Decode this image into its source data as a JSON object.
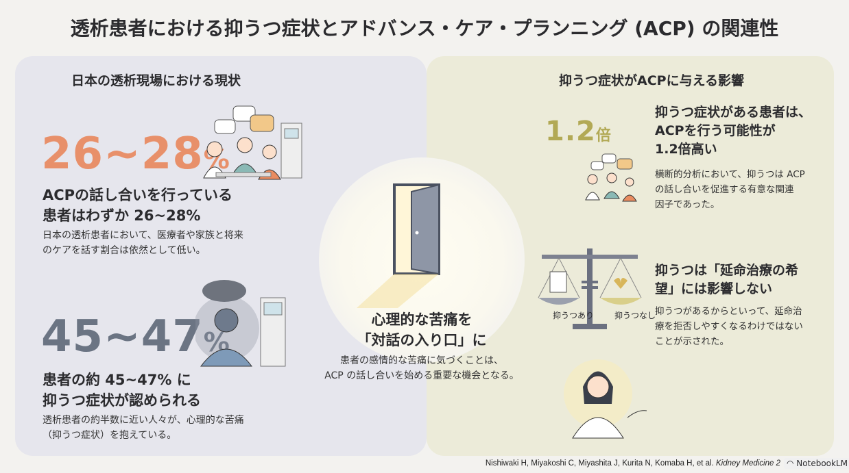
{
  "title": "透析患者における抑うつ症状とアドバンス・ケア・プランニング (ACP) の関連性",
  "left": {
    "heading": "日本の透析現場における現状",
    "stat1": {
      "value": "26~28",
      "unit": "%",
      "head1": "ACPの話し合いを行っている",
      "head2": "患者はわずか 26~28%",
      "desc1": "日本の透析患者において、医療者や家族と将来",
      "desc2": "のケアを話す割合は依然として低い。"
    },
    "stat2": {
      "value": "45~47",
      "unit": "%",
      "head1": "患者の約 45~47% に",
      "head2": "抑うつ症状が認められる",
      "desc1": "透析患者の約半数に近い人々が、心理的な苦痛",
      "desc2": "（抑うつ症状）を抱えている。"
    }
  },
  "center": {
    "head1": "心理的な苦痛を",
    "head2": "「対話の入り口」に",
    "desc1": "患者の感情的な苦痛に気づくことは、",
    "desc2": "ACP の話し合いを始める重要な機会となる。"
  },
  "right": {
    "heading": "抑うつ症状がACPに与える影響",
    "ratio": {
      "value": "1.2",
      "unit": "倍"
    },
    "item1": {
      "head1": "抑うつ症状がある患者は、",
      "head2": "ACPを行う可能性が",
      "head3": "1.2倍高い",
      "desc1": "横断的分析において、抑うつは ACP",
      "desc2": "の話し合いを促進する有意な関連",
      "desc3": "因子であった。"
    },
    "scale": {
      "left_label": "抑うつあり",
      "right_label": "抑うつなし"
    },
    "item2": {
      "head1": "抑うつは「延命治療の希",
      "head2": "望」には影響しない",
      "desc1": "抑うつがあるからといって、延命治",
      "desc2": "療を拒否しやすくなるわけではない",
      "desc3": "ことが示された。"
    }
  },
  "citation": {
    "authors": "Nishiwaki H, Miyakoshi C, Miyashita J, Kurita N, Komaba H, et al. ",
    "journal": "Kidney Medicine 2"
  },
  "badge": "NotebookLM",
  "colors": {
    "orange": "#e8906a",
    "slate": "#6b7483",
    "olive": "#b2a955"
  }
}
